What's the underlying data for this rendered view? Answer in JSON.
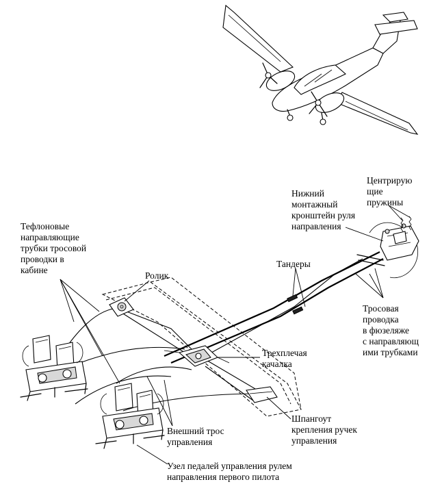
{
  "labels": {
    "teflon_tubes": "Тефлоновые\nнаправляющие\nтрубки тросовой\nпроводки в\nкабине",
    "roller": "Ролик",
    "turnbuckles": "Тандеры",
    "lower_bracket": "Нижний\nмонтажный\nкронштейн руля\nнаправления",
    "centering_springs": "Центрирую\nщие\nпружины",
    "fuselage_cabling": "Тросовая\nпроводка\nв фюзеляже\nс направляющ\nими трубками",
    "bellcrank": "Трехплечая\nкачалка",
    "outer_cable": "Внешний трос\nуправления",
    "frame": "Шпангоут\nкрепления ручек\nуправления",
    "pedal_unit": "Узел педалей управления рулем\nнаправления первого пилота"
  }
}
